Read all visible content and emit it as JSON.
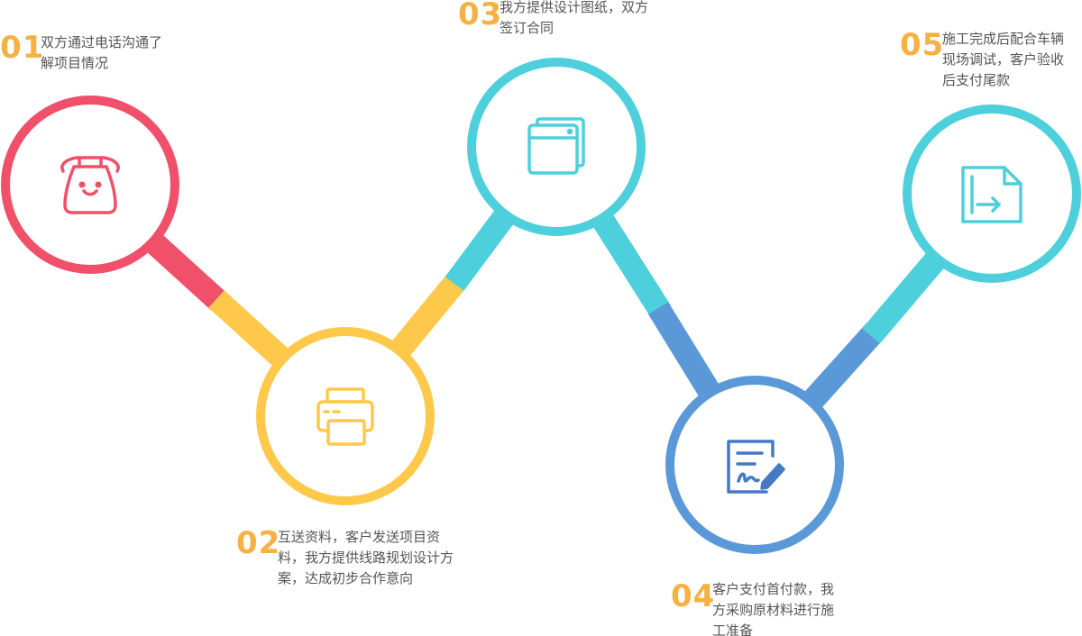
{
  "colors": {
    "red": "#f0506a",
    "yellow": "#fec94a",
    "teal": "#4ecfdc",
    "blue": "#5a98d8",
    "number": "#f7b044",
    "text": "#555555"
  },
  "steps": [
    {
      "number": "01",
      "text": "双方通过电话沟通了\n解项目情况",
      "icon": "telephone-icon",
      "color": "#f0506a"
    },
    {
      "number": "02",
      "text": "互送资料，客户发送项目资\n料，我方提供线路规划设计方\n案，达成初步合作意向",
      "icon": "printer-icon",
      "color": "#fec94a"
    },
    {
      "number": "03",
      "text": "我方提供设计图纸，双方\n签订合同",
      "icon": "browser-windows-icon",
      "color": "#4ecfdc"
    },
    {
      "number": "04",
      "text": "客户支付首付款，我\n方采购原材料进行施\n工准备",
      "icon": "signature-document-icon",
      "color": "#5a98d8"
    },
    {
      "number": "05",
      "text": "施工完成后配合车辆\n现场调试，客户验收\n后支付尾款",
      "icon": "file-export-icon",
      "color": "#4ecfdc"
    }
  ]
}
